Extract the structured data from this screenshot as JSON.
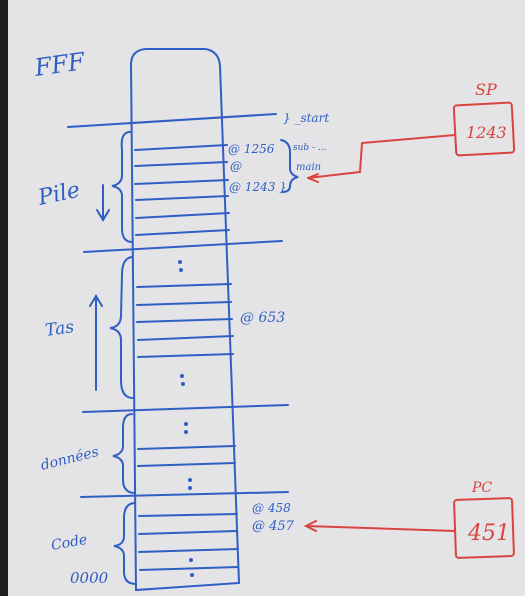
{
  "colors": {
    "board": "#e4e3e5",
    "board_shadow": "#d6d6d8",
    "frame": "#1f1f1f",
    "blue_marker": "#2f5fc4",
    "red_marker": "#d9443f",
    "page_bg": "#ffffff"
  },
  "board": {
    "top_label": "FFF",
    "stack_notes": {
      "start": "} _start",
      "sub": "sub - ...",
      "main": "main",
      "addr_1256": "@ 1256",
      "addr_at": "@",
      "addr_1243": "@ 1243 }"
    },
    "sections": {
      "pile": "Pile",
      "tas": "Tas",
      "donnees": "données",
      "code": "Code"
    },
    "heap_addr": "@ 653",
    "code_addrs": {
      "a458": "@ 458",
      "a457": "@ 457"
    },
    "bottom_label": "0000",
    "registers": {
      "sp_label": "SP",
      "sp_value": "1243",
      "pc_label": "PC",
      "pc_value": "451"
    }
  }
}
